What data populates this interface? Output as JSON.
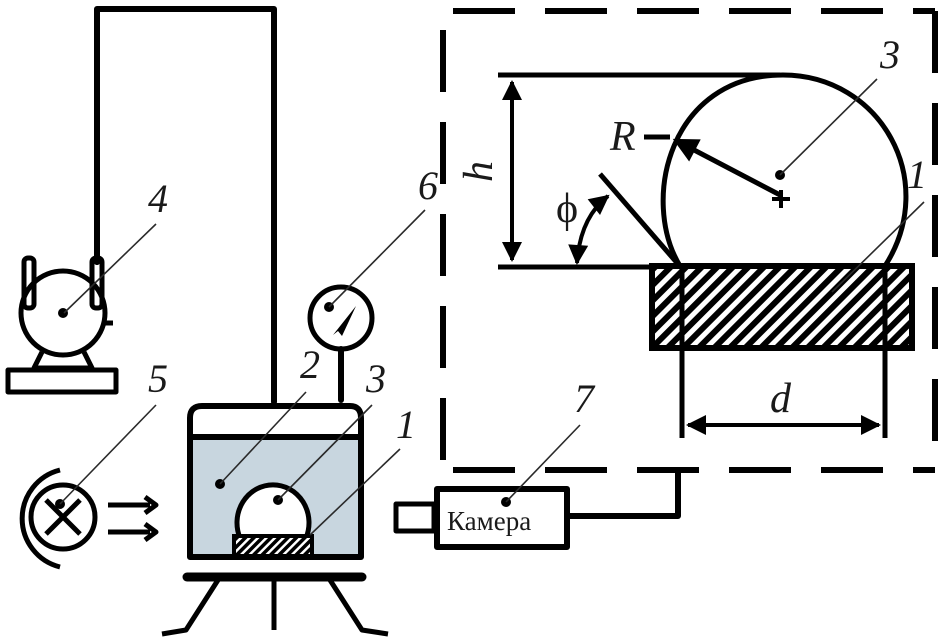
{
  "figure": {
    "type": "experimental-setup-schematic",
    "colors": {
      "line": "#000000",
      "chamber_fill": "#c8d6df",
      "background": "#ffffff"
    },
    "labels": {
      "substrate_1": "1",
      "chamber_2": "2",
      "droplet_3": "3",
      "pump_4": "4",
      "light_source_5": "5",
      "gauge_6": "6",
      "camera_7": "7"
    },
    "detail_labels": {
      "droplet": "3",
      "substrate": "1",
      "height": "h",
      "radius": "R",
      "contact_angle": "ϕ",
      "contact_diameter": "d"
    },
    "camera_text": "Камера",
    "icons": [
      "vacuum-pump-icon",
      "light-source-icon",
      "pressure-gauge-icon",
      "camera-icon",
      "chamber-icon"
    ]
  }
}
